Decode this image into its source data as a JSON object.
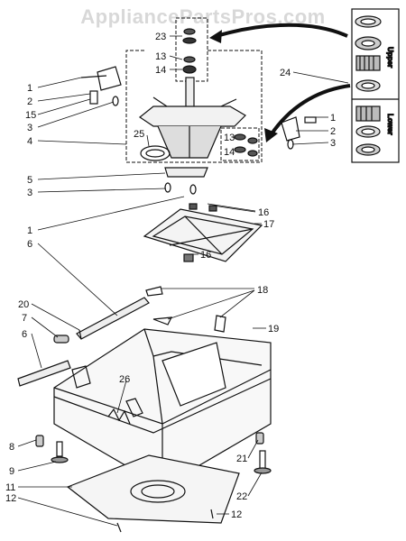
{
  "watermark": "AppliancePartsPros.com",
  "inset": {
    "upper_label": "Upper",
    "lower_label": "Lower"
  },
  "callouts": {
    "c1a": "1",
    "c2a": "2",
    "c15": "15",
    "c3a": "3",
    "c4": "4",
    "c23": "23",
    "c13a": "13",
    "c14a": "14",
    "c24": "24",
    "c25": "25",
    "c13b": "13",
    "c14b": "14",
    "c1b": "1",
    "c2b": "2",
    "c3b": "3",
    "c5": "5",
    "c3c": "3",
    "c1c": "1",
    "c16a": "16",
    "c17": "17",
    "c16b": "16",
    "c6a": "6",
    "c18": "18",
    "c20": "20",
    "c7": "7",
    "c6b": "6",
    "c19": "19",
    "c26": "26",
    "c8": "8",
    "c9": "9",
    "c11": "11",
    "c12a": "12",
    "c21": "21",
    "c22": "22",
    "c12b": "12"
  }
}
